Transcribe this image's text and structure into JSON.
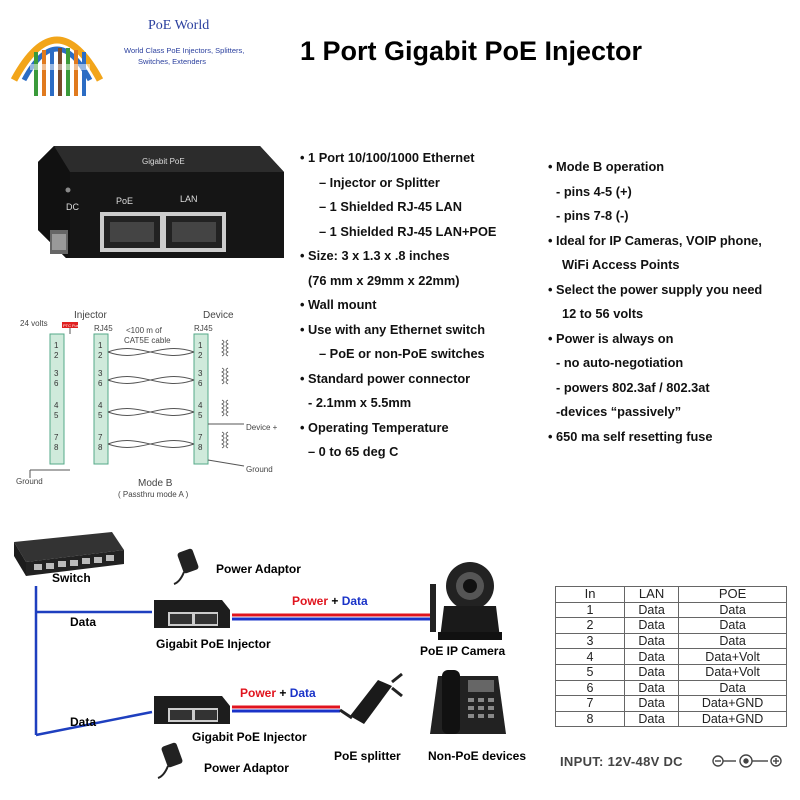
{
  "brand": {
    "name": "PoE World",
    "tagline_lines": [
      "World Class PoE Injectors, Splitters,",
      "Switches, Extenders"
    ]
  },
  "title": "1 Port Gigabit PoE Injector",
  "product": {
    "label_top": "Gigabit PoE",
    "port_dc": "DC",
    "port_poe": "PoE",
    "port_lan": "LAN"
  },
  "features_left": [
    {
      "level": 0,
      "text": "• 1 Port 10/100/1000 Ethernet"
    },
    {
      "level": 1,
      "text": "– Injector or Splitter"
    },
    {
      "level": 1,
      "text": "– 1 Shielded RJ-45 LAN"
    },
    {
      "level": 1,
      "text": "– 1 Shielded RJ-45 LAN+POE"
    },
    {
      "level": 0,
      "text": "• Size:  3 x 1.3 x .8 inches"
    },
    {
      "level": 2,
      "text": "(76 mm x 29mm x 22mm)"
    },
    {
      "level": 0,
      "text": "• Wall mount"
    },
    {
      "level": 0,
      "text": "• Use with any Ethernet switch"
    },
    {
      "level": 1,
      "text": "  – PoE or non-PoE switches"
    },
    {
      "level": 0,
      "text": "• Standard power connector"
    },
    {
      "level": 2,
      "text": "- 2.1mm x 5.5mm"
    },
    {
      "level": 0,
      "text": "• Operating Temperature"
    },
    {
      "level": 2,
      "text": "– 0 to 65 deg C"
    }
  ],
  "features_right": [
    {
      "level": 0,
      "text": "• Mode B operation"
    },
    {
      "level": 2,
      "text": "- pins 4-5 (+)"
    },
    {
      "level": 2,
      "text": "- pins 7-8 (-)"
    },
    {
      "level": 0,
      "text": "• Ideal for IP Cameras, VOIP phone,"
    },
    {
      "level": 3,
      "text": "WiFi Access Points"
    },
    {
      "level": 0,
      "text": "• Select the power supply you need"
    },
    {
      "level": 3,
      "text": "12 to 56 volts"
    },
    {
      "level": 0,
      "text": "• Power is always on"
    },
    {
      "level": 2,
      "text": "- no auto-negotiation"
    },
    {
      "level": 2,
      "text": "- powers 802.3af / 802.3at"
    },
    {
      "level": 4,
      "text": "-devices “passively”"
    },
    {
      "level": 0,
      "text": "• 650 ma self resetting fuse"
    }
  ],
  "wiring": {
    "injector": "Injector",
    "device": "Device",
    "rj45_left": "RJ45",
    "rj45_right": "RJ45",
    "volts": "24 volts",
    "fuse": "PTC Fuse",
    "cable_line1": "<100 m of",
    "cable_line2": "CAT5E cable",
    "pins": [
      "1",
      "2",
      "3",
      "6",
      "4",
      "5",
      "7",
      "8"
    ],
    "device_plus": "Device +",
    "ground_left": "Ground",
    "ground_right": "Ground",
    "mode": "Mode B",
    "mode_sub": "( Passthru mode A )"
  },
  "network": {
    "switch": "Switch",
    "power_adaptor_top": "Power Adaptor",
    "data_top": "Data",
    "injector_top": "Gigabit PoE Injector",
    "power_word": "Power",
    "plus": " + ",
    "data_word": "Data",
    "camera": "PoE IP Camera",
    "data_bottom": "Data",
    "injector_bottom": "Gigabit PoE Injector",
    "power_adaptor_bottom": "Power Adaptor",
    "splitter": "PoE splitter",
    "non_poe": "Non-PoE devices",
    "colors": {
      "power": "#e0141e",
      "data": "#1a33c8",
      "line": "#1e3fbf"
    }
  },
  "pin_table": {
    "headers": [
      "In",
      "LAN",
      "POE"
    ],
    "rows": [
      [
        "1",
        "Data",
        "Data"
      ],
      [
        "2",
        "Data",
        "Data"
      ],
      [
        "3",
        "Data",
        "Data"
      ],
      [
        "4",
        "Data",
        "Data+Volt"
      ],
      [
        "5",
        "Data",
        "Data+Volt"
      ],
      [
        "6",
        "Data",
        "Data"
      ],
      [
        "7",
        "Data",
        "Data+GND"
      ],
      [
        "8",
        "Data",
        "Data+GND"
      ]
    ]
  },
  "input_label": "INPUT: 12V-48V  DC"
}
